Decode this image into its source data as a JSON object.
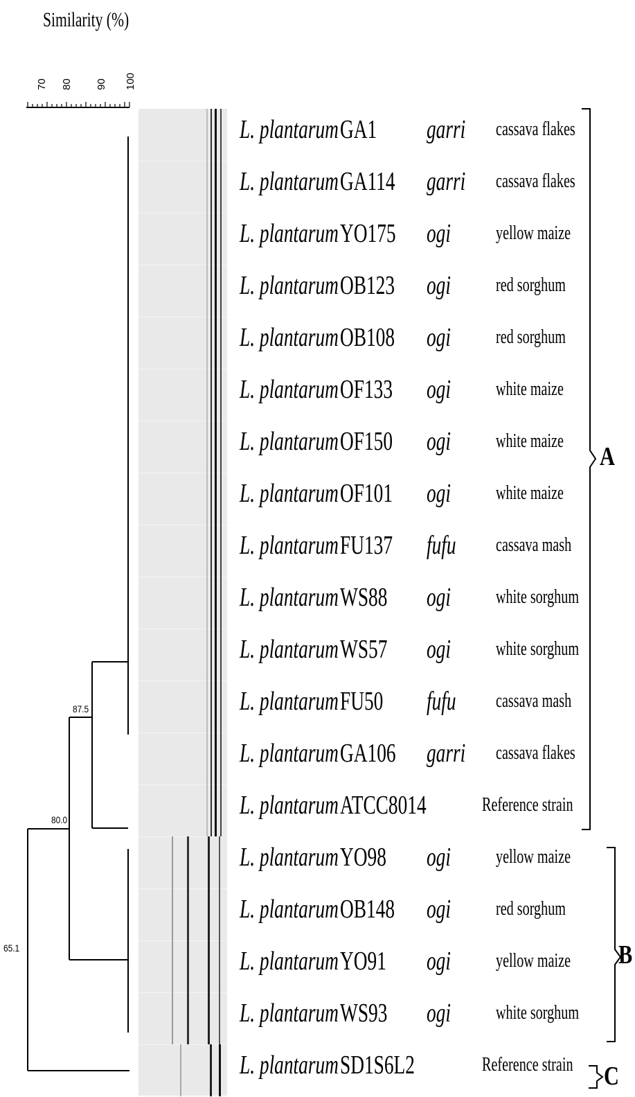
{
  "axis": {
    "title": "Similarity (%)",
    "ticks": [
      "70",
      "80",
      "90",
      "100"
    ]
  },
  "node_labels": {
    "n1": "87.5",
    "n2": "80.0",
    "n3": "65.1"
  },
  "strains": [
    {
      "species": "L. plantarum",
      "strain": "GA1",
      "food": "garri",
      "source": "cassava flakes"
    },
    {
      "species": "L. plantarum",
      "strain": "GA114",
      "food": "garri",
      "source": "cassava flakes"
    },
    {
      "species": "L. plantarum",
      "strain": "YO175",
      "food": "ogi",
      "source": "yellow maize"
    },
    {
      "species": "L. plantarum",
      "strain": "OB123",
      "food": "ogi",
      "source": "red sorghum"
    },
    {
      "species": "L. plantarum",
      "strain": "OB108",
      "food": "ogi",
      "source": "red sorghum"
    },
    {
      "species": "L. plantarum",
      "strain": "OF133",
      "food": "ogi",
      "source": "white maize"
    },
    {
      "species": "L. plantarum",
      "strain": "OF150",
      "food": "ogi",
      "source": "white maize"
    },
    {
      "species": "L. plantarum",
      "strain": "OF101",
      "food": "ogi",
      "source": "white maize"
    },
    {
      "species": "L. plantarum",
      "strain": "FU137",
      "food": "fufu",
      "source": "cassava mash"
    },
    {
      "species": "L. plantarum",
      "strain": "WS88",
      "food": "ogi",
      "source": "white sorghum"
    },
    {
      "species": "L. plantarum",
      "strain": "WS57",
      "food": "ogi",
      "source": "white sorghum"
    },
    {
      "species": "L. plantarum",
      "strain": "FU50",
      "food": "fufu",
      "source": "cassava mash"
    },
    {
      "species": "L. plantarum",
      "strain": "GA106",
      "food": "garri",
      "source": "cassava flakes"
    },
    {
      "species": "L. plantarum",
      "strain": "ATCC8014",
      "food": "",
      "source": "Reference strain"
    },
    {
      "species": "L. plantarum",
      "strain": "YO98",
      "food": "ogi",
      "source": "yellow maize"
    },
    {
      "species": "L. plantarum",
      "strain": "OB148",
      "food": "ogi",
      "source": "red sorghum"
    },
    {
      "species": "L. plantarum",
      "strain": "YO91",
      "food": "ogi",
      "source": "yellow maize"
    },
    {
      "species": "L. plantarum",
      "strain": "WS93",
      "food": "ogi",
      "source": "white sorghum"
    },
    {
      "species": "L. plantarum",
      "strain": "SD1S6L2",
      "food": "",
      "source": "Reference strain"
    }
  ],
  "clusters": {
    "a": "A",
    "b": "B",
    "c": "C"
  }
}
